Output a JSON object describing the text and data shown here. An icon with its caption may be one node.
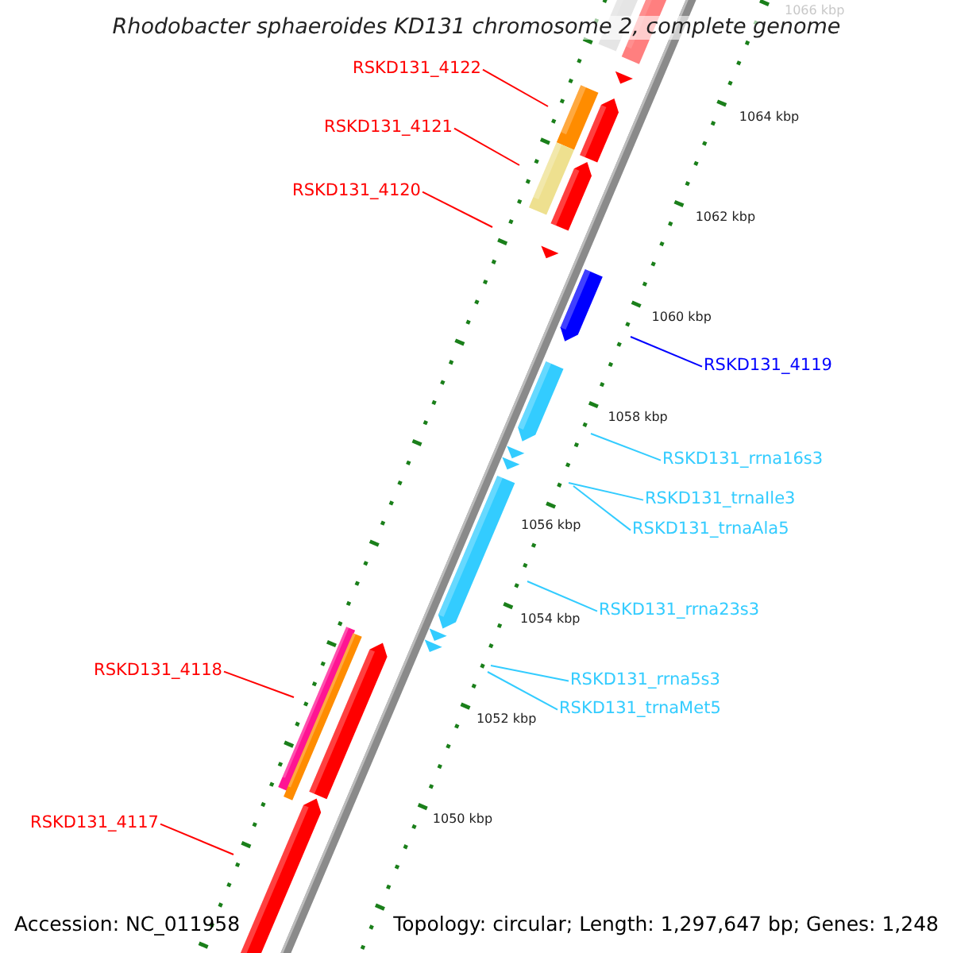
{
  "diagram": {
    "title": "Rhodobacter sphaeroides KD131 chromosome 2, complete genome",
    "nodes": [
      {
        "text": [
          "RSKD131_4122"
        ]
      },
      {
        "text": [
          "RSKD131_4121"
        ]
      },
      {
        "text": [
          "RSKD131_4120"
        ]
      },
      {
        "text": [
          "RSKD131_4119"
        ]
      },
      {
        "text": [
          "RSKD131_rrna16s3"
        ]
      },
      {
        "text": [
          "RSKD131_trnaIle3"
        ]
      },
      {
        "text": [
          "RSKD131_trnaAla5"
        ]
      },
      {
        "text": [
          "RSKD131_rrna23s3"
        ]
      },
      {
        "text": [
          "RSKD131_4118"
        ]
      },
      {
        "text": [
          "RSKD131_rrna5s3"
        ]
      },
      {
        "text": [
          "RSKD131_trnaMet5"
        ]
      },
      {
        "text": [
          "RSKD131_4117"
        ]
      }
    ],
    "edges": [
      {
        "from": 0,
        "to": null,
        "arrow": "none",
        "color": "#ff0000"
      },
      {
        "from": 1,
        "to": null,
        "arrow": "none",
        "color": "#ff0000"
      },
      {
        "from": 2,
        "to": null,
        "arrow": "none",
        "color": "#ff0000"
      },
      {
        "from": 3,
        "to": null,
        "arrow": "none",
        "color": "#0000ff"
      },
      {
        "from": 4,
        "to": null,
        "arrow": "none"
      },
      {
        "from": 5,
        "to": null,
        "arrow": "none"
      },
      {
        "from": 6,
        "to": null,
        "arrow": "none"
      },
      {
        "from": 7,
        "to": null,
        "arrow": "none"
      },
      {
        "from": 8,
        "to": null,
        "arrow": "none",
        "color": "#ff0000"
      },
      {
        "from": 9,
        "to": null,
        "arrow": "none"
      },
      {
        "from": 10,
        "to": null,
        "arrow": "none"
      },
      {
        "from": 11,
        "to": null,
        "arrow": "none",
        "color": "#ff0000"
      }
    ],
    "labels": [
      "1066 kbp",
      "1064 kbp",
      "1062 kbp",
      "1060 kbp",
      "1058 kbp",
      "1056 kbp",
      "1054 kbp",
      "1052 kbp",
      "1050 kbp",
      "Accession: NC_011958",
      "Topology: circular; Length: 1,297,647 bp; Genes: 1,248"
    ]
  }
}
